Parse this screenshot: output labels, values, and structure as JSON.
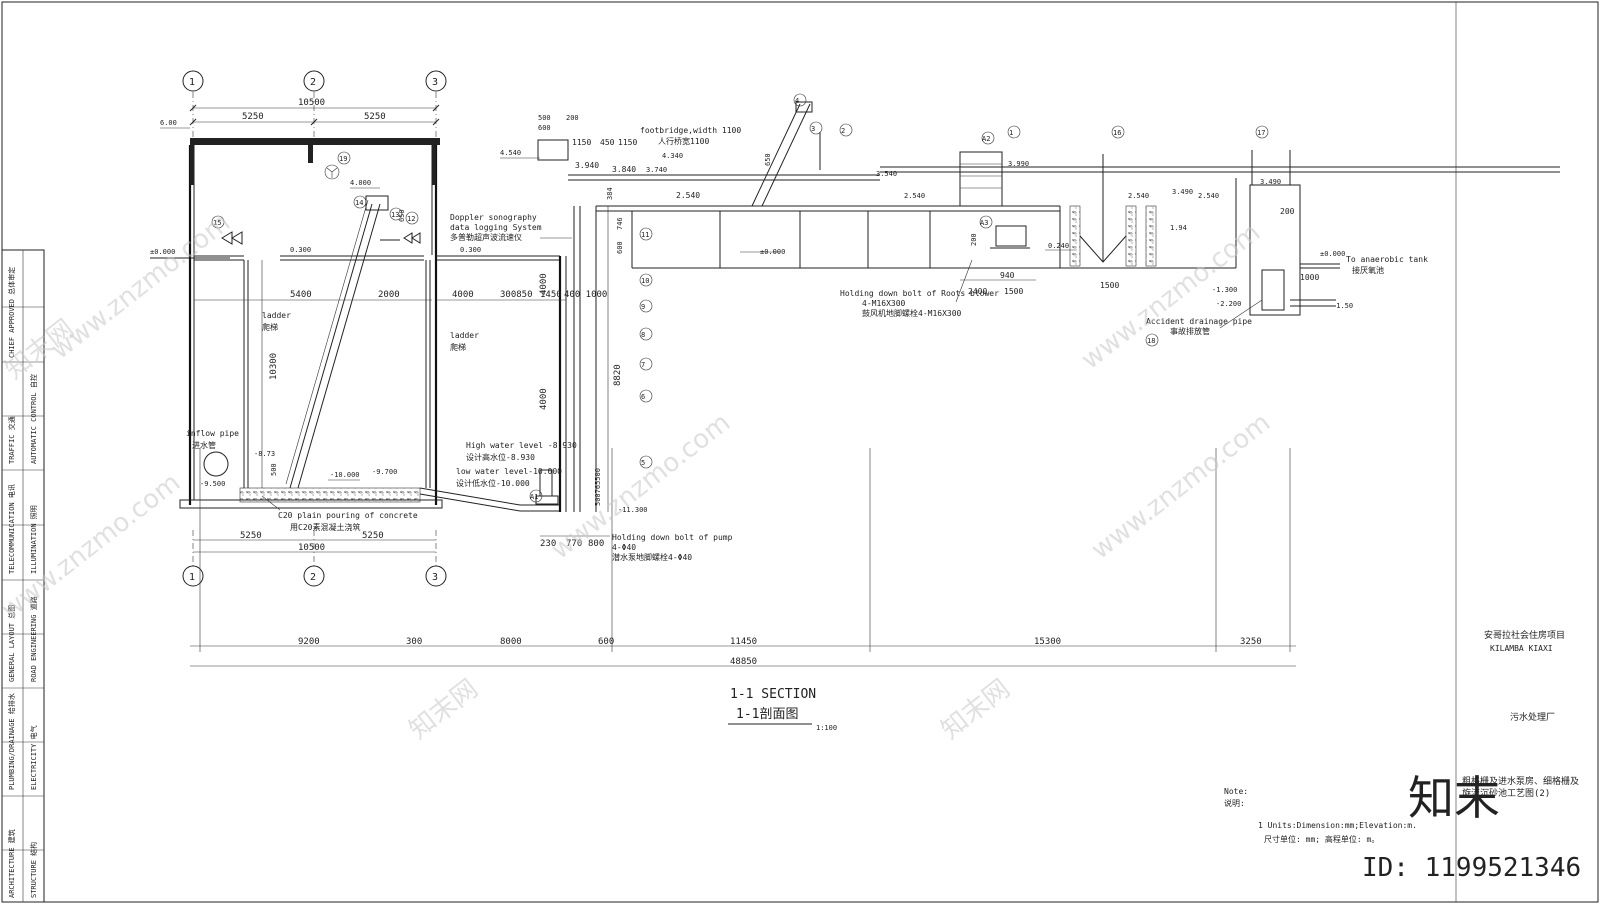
{
  "grid": {
    "axes": [
      "1",
      "2",
      "3"
    ]
  },
  "dims_top": {
    "total": "10500",
    "left": "5250",
    "right": "5250"
  },
  "dims_bottom_struct": {
    "total": "10500",
    "left": "5250",
    "right": "5250"
  },
  "dims_bottom": {
    "d1": "9200",
    "d2": "300",
    "d3": "8000",
    "d4": "600",
    "d5": "11450",
    "d6": "15300",
    "d7": "3250",
    "total": "48850"
  },
  "dims_misc": {
    "w5400": "5400",
    "w2000": "2000",
    "w4000": "4000",
    "w3000850": "300850",
    "w1450": "1450",
    "w4001000": "400 1000",
    "h10300": "10300",
    "h4000a": "4000",
    "h4000b": "4000",
    "h8820": "8820",
    "h500": "500",
    "h650": "650",
    "w230": "230",
    "w770": "770",
    "w800": "800",
    "h500765": "500765500",
    "w500": "500",
    "w600": "600",
    "w200": "200",
    "w1150a": "1150",
    "w450": "450",
    "w1150b": "1150",
    "h384": "384",
    "h746": "746",
    "h600": "600",
    "h650b": "650",
    "w940": "940",
    "w2400": "2400",
    "w1500": "1500",
    "h200": "200",
    "w1500b": "1500",
    "h200b": "200",
    "w1000": "1000",
    "h194": "1.94"
  },
  "elevations": {
    "e600": "6.00",
    "e4000": "4.000",
    "e0300a": "0.300",
    "e0300b": "0.300",
    "e000a": "±0.000",
    "e4540": "4.540",
    "e3940": "3.940",
    "e3840": "3.840",
    "e4340": "4.340",
    "e3740": "3.740",
    "e2540a": "2.540",
    "e3540": "3.540",
    "e2540b": "2.540",
    "e3990": "3.990",
    "e000b": "±0.000",
    "e0240": "0.240",
    "e2540c": "2.540",
    "e3490": "3.490",
    "e2540d": "2.540",
    "e3490b": "3.490",
    "e000c": "±0.000",
    "em8730": "-8.73",
    "em9500": "-9.500",
    "em10000": "-10.000",
    "em9700": "-9.700",
    "em11300": "-11.300",
    "em1300": "-1.300",
    "em2200": "-2.200",
    "em150": "-1.50"
  },
  "labels": {
    "footbridge_en": "footbridge,width 1100",
    "footbridge_cn": "人行桥宽1100",
    "doppler_en1": "Doppler sonography",
    "doppler_en2": "data logging System",
    "doppler_cn": "多普勒超声波流速仪",
    "ladder1_en": "ladder",
    "ladder1_cn": "爬梯",
    "ladder2_en": "ladder",
    "ladder2_cn": "爬梯",
    "inflow_en": "inflow pipe",
    "inflow_cn": "进水管",
    "hwl_en": "High water level -8.930",
    "hwl_cn": "设计高水位-8.930",
    "lwl_en": "low water level-10.000",
    "lwl_cn": "设计低水位-10.000",
    "c20_en": "C20 plain pouring of concrete",
    "c20_cn": "用C20素混凝土浇筑",
    "pumpbolt_en": "Holding down bolt of pump",
    "pumpbolt_sub": "4-Φ40",
    "pumpbolt_cn": "潜水泵地脚螺栓4-Φ40",
    "roots_en": "Holding down bolt of Roots blower",
    "roots_sub": "4-M16X300",
    "roots_cn": "鼓风机地脚螺栓4-M16X300",
    "anaerobic_en": "To anaerobic tank",
    "anaerobic_cn": "接厌氧池",
    "accident_en": "Accident drainage pipe",
    "accident_cn": "事故排放管"
  },
  "markers": [
    "19",
    "15",
    "14",
    "13",
    "12",
    "11",
    "10",
    "9",
    "8",
    "7",
    "6",
    "5",
    "4",
    "3",
    "2",
    "1",
    "A1",
    "A2",
    "A3",
    "16",
    "17",
    "18"
  ],
  "section": {
    "title_en": "1-1 SECTION",
    "title_cn": "1-1剖面图",
    "scale": "1:100"
  },
  "notes": {
    "note_en": "Note:",
    "note_cn": "说明:",
    "line1_en": "1 Units:Dimension:mm;Elevation:m.",
    "line1_cn": "尺寸单位: mm; 高程单位: m。"
  },
  "titleblock": {
    "project_cn": "安哥拉社会住房项目",
    "project_en": "KILAMBA KIAXI",
    "plant_cn": "污水处理厂",
    "drawing_cn1": "粗格栅及进水泵房、细格栅及",
    "drawing_cn2": "旋流沉砂池工艺图(2)",
    "sidebar": [
      "CHIEF APPROVED 总体审定",
      "TRAFFIC 交通",
      "AUTOMATIC CONTROL 自控",
      "TELECOMMUNICATION 电讯",
      "ILLUMINATION 照明",
      "GENERAL LAYOUT 总图",
      "ROAD ENGINEERING 道路",
      "PLUMBING/DRAINAGE 给排水",
      "ELECTRICITY 电气",
      "ARCHITECTURE 建筑",
      "STRUCTURE 结构"
    ]
  },
  "watermark": {
    "site": "www.znzmo.com",
    "brand_cn": "知末网",
    "logo": "知末",
    "id": "ID: 1199521346"
  }
}
